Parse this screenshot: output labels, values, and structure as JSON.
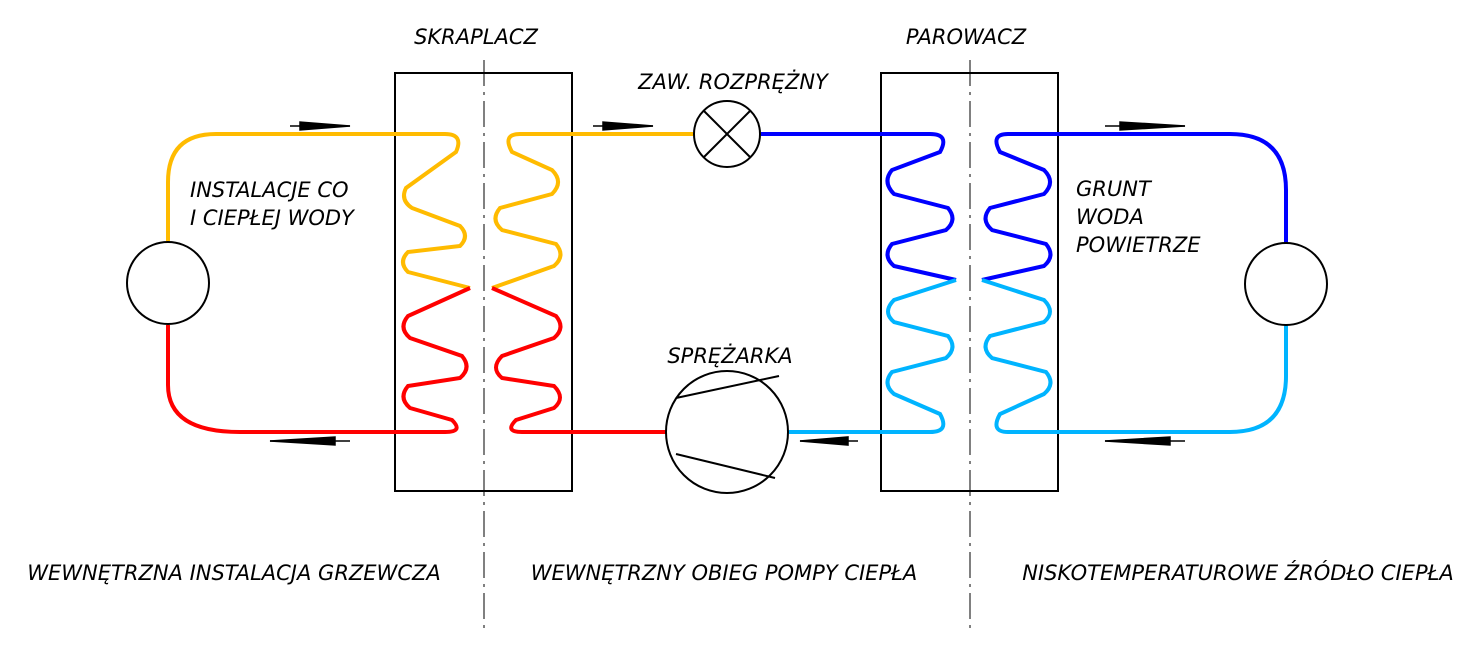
{
  "labels": {
    "condenser": "SKRAPLACZ",
    "evaporator": "PAROWACZ",
    "expansion_valve": "ZAW. ROZPRĘŻNY",
    "compressor": "SPRĘŻARKA",
    "heating_line1": "INSTALACJE CO",
    "heating_line2": "I CIEPŁEJ WODY",
    "source_line1": "GRUNT",
    "source_line2": "WODA",
    "source_line3": "POWIETRZE"
  },
  "sections": {
    "internal_heating": "WEWNĘTRZNA INSTALACJA GRZEWCZA",
    "heat_pump_cycle": "WEWNĘTRZNY OBIEG POMPY CIEPŁA",
    "low_temp_source": "NISKOTEMPERATUROWE ŹRÓDŁO CIEPŁA"
  },
  "colors": {
    "hot": "#ff0000",
    "warm": "#ffbb00",
    "cold": "#0000ff",
    "cool": "#00b4ff",
    "line": "#000000"
  }
}
